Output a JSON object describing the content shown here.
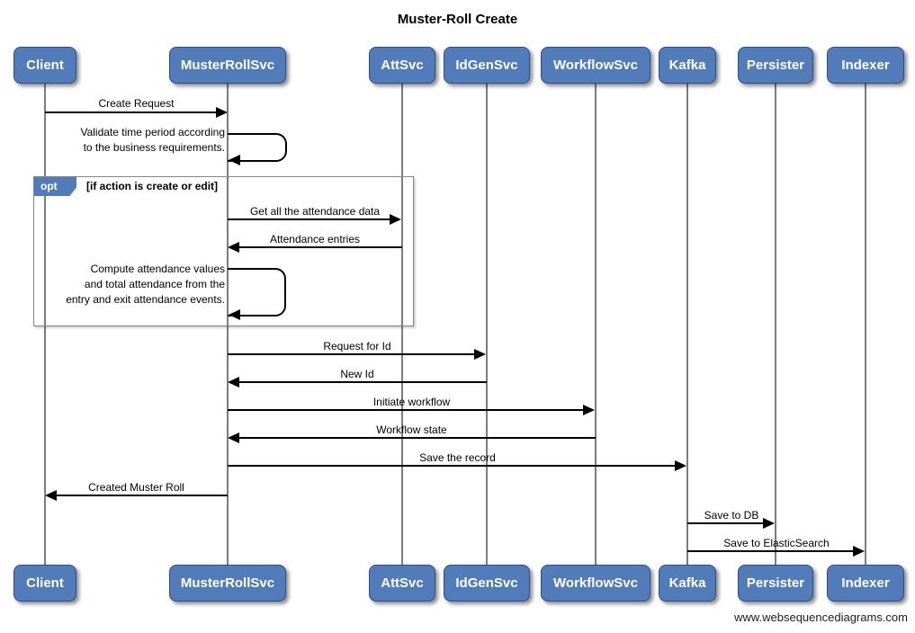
{
  "title": "Muster-Roll Create",
  "watermark": "www.websequencediagrams.com",
  "colors": {
    "actor_fill": "#527BBA",
    "actor_border": "#2E4C86",
    "lifeline": "#7d7d7d",
    "arrow": "#000000",
    "fragment_border": "#858585",
    "background": "#ffffff"
  },
  "actors": [
    {
      "label": "Client"
    },
    {
      "label": "MusterRollSvc"
    },
    {
      "label": "AttSvc"
    },
    {
      "label": "IdGenSvc"
    },
    {
      "label": "WorkflowSvc"
    },
    {
      "label": "Kafka"
    },
    {
      "label": "Persister"
    },
    {
      "label": "Indexer"
    }
  ],
  "fragment": {
    "operator": "opt",
    "condition": "[if action is create or edit]"
  },
  "messages": [
    {
      "label": "Create Request",
      "from": "Client",
      "to": "MusterRollSvc",
      "type": "arrow"
    },
    {
      "label": "Validate time period according\nto the business requirements.",
      "from": "MusterRollSvc",
      "to": "MusterRollSvc",
      "type": "self"
    },
    {
      "label": "Get all the attendance data",
      "from": "MusterRollSvc",
      "to": "AttSvc",
      "type": "arrow"
    },
    {
      "label": "Attendance entries",
      "from": "AttSvc",
      "to": "MusterRollSvc",
      "type": "arrow"
    },
    {
      "label": "Compute attendance values\nand total attendance from the\nentry and exit attendance events.",
      "from": "MusterRollSvc",
      "to": "MusterRollSvc",
      "type": "self"
    },
    {
      "label": "Request for Id",
      "from": "MusterRollSvc",
      "to": "IdGenSvc",
      "type": "arrow"
    },
    {
      "label": "New Id",
      "from": "IdGenSvc",
      "to": "MusterRollSvc",
      "type": "arrow"
    },
    {
      "label": "Initiate workflow",
      "from": "MusterRollSvc",
      "to": "WorkflowSvc",
      "type": "arrow"
    },
    {
      "label": "Workflow state",
      "from": "WorkflowSvc",
      "to": "MusterRollSvc",
      "type": "arrow"
    },
    {
      "label": "Save the record",
      "from": "MusterRollSvc",
      "to": "Kafka",
      "type": "arrow"
    },
    {
      "label": "Created Muster Roll",
      "from": "MusterRollSvc",
      "to": "Client",
      "type": "arrow"
    },
    {
      "label": "Save to DB",
      "from": "Kafka",
      "to": "Persister",
      "type": "arrow"
    },
    {
      "label": "Save to ElasticSearch",
      "from": "Kafka",
      "to": "Indexer",
      "type": "arrow"
    }
  ]
}
